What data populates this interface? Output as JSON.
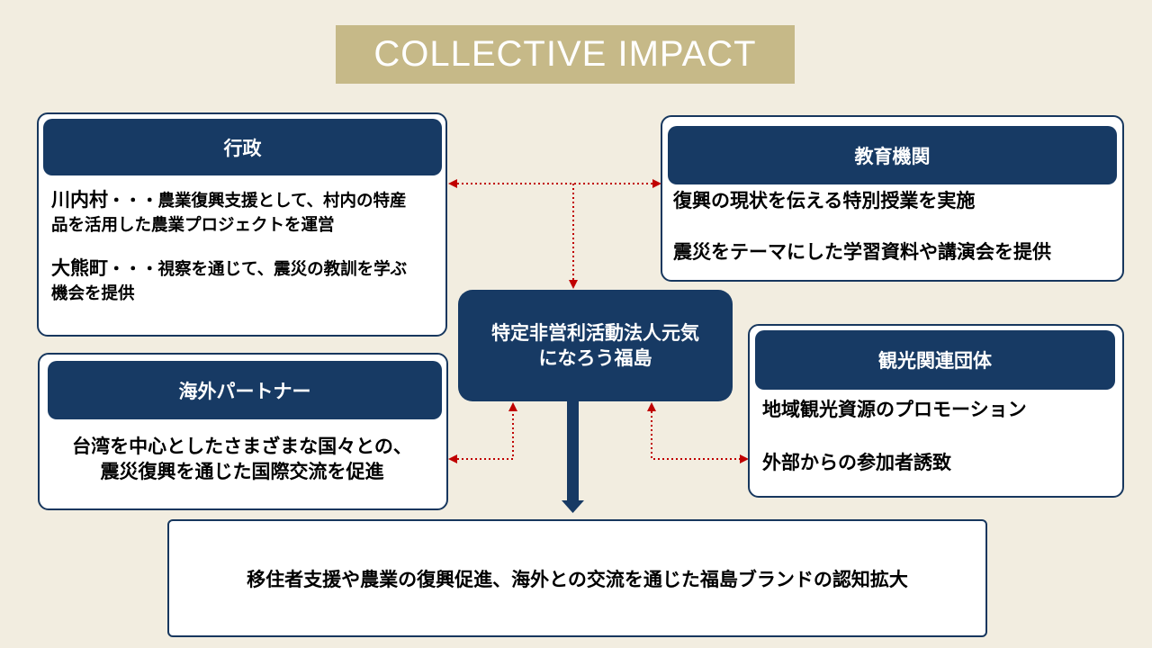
{
  "title": "COLLECTIVE IMPACT",
  "colors": {
    "background": "#f2ede0",
    "title_banner": "#c6b988",
    "navy": "#173a64",
    "connector_red": "#c00000"
  },
  "center": {
    "line1": "特定非営利活動法人元気",
    "line2": "になろう福島"
  },
  "cards": {
    "gyosei": {
      "header": "行政",
      "items": [
        {
          "lead": "川内村",
          "sep": "・・・",
          "text1": "農業復興支援として、村内の特産",
          "text2": "品を活用した農業プロジェクトを運営"
        },
        {
          "lead": "大熊町",
          "sep": "・・・",
          "text1": "視察を通じて、震災の教訓を学ぶ",
          "text2": "機会を提供"
        }
      ]
    },
    "kyoiku": {
      "header": "教育機関",
      "lines": [
        "復興の現状を伝える特別授業を実施",
        "震災をテーマにした学習資料や講演会を提供"
      ]
    },
    "kaigai": {
      "header": "海外パートナー",
      "lines": [
        "台湾を中心としたさまざまな国々との、",
        "震災復興を通じた国際交流を促進"
      ]
    },
    "kanko": {
      "header": "観光関連団体",
      "lines": [
        "地域観光資源のプロモーション",
        "外部からの参加者誘致"
      ]
    }
  },
  "outcome": "移住者支援や農業の復興促進、海外との交流を通じた福島ブランドの認知拡大"
}
